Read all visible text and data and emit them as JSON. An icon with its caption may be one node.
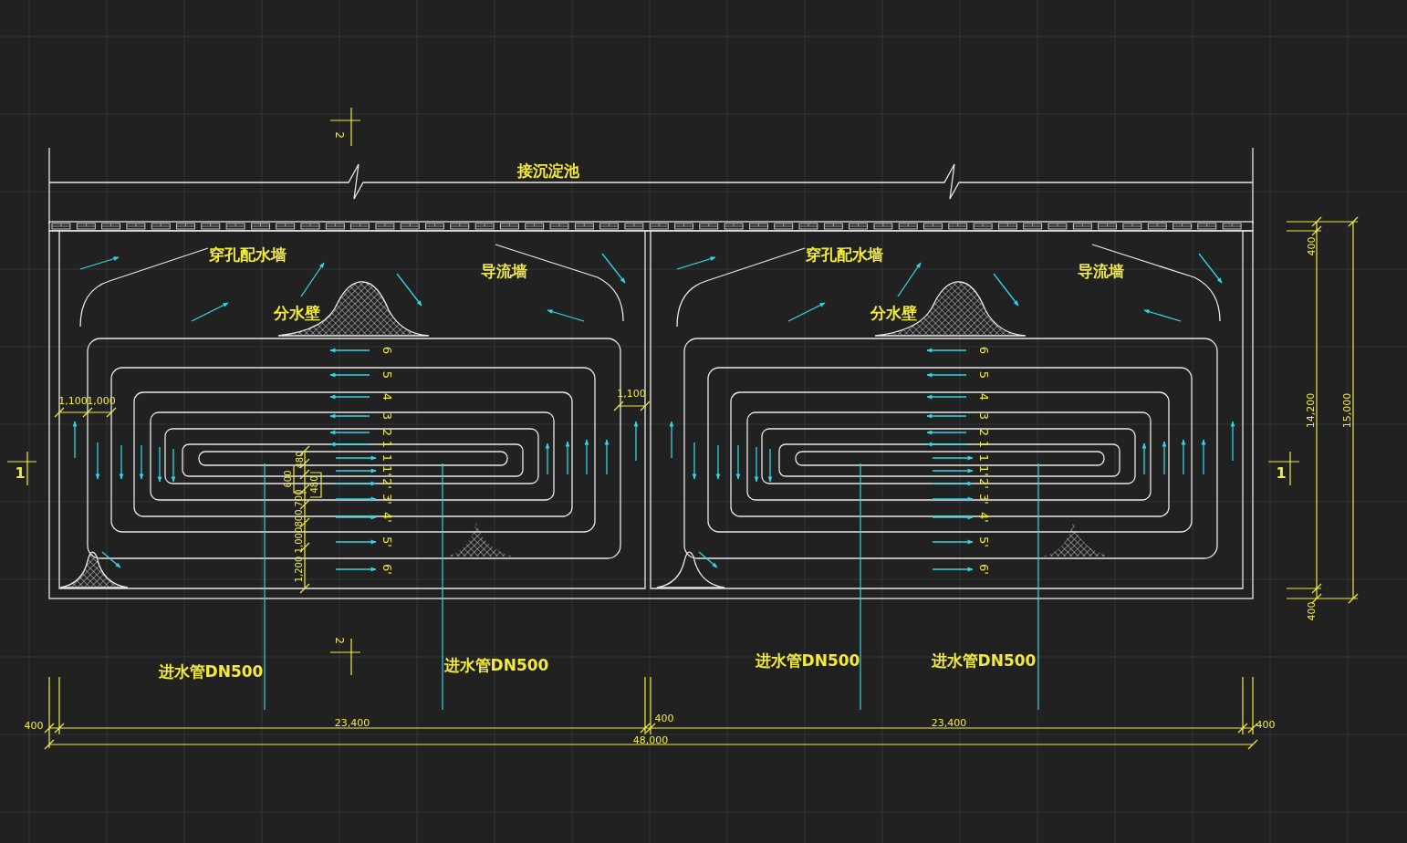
{
  "diagram": {
    "labels": [
      "2",
      "接沉淀池",
      "穿孔配水墙",
      "导流墙",
      "穿孔配水墙",
      "导流墙",
      "分水壁",
      "分水壁",
      "400",
      "6",
      "5",
      "4",
      "3",
      "2",
      "1",
      "1",
      "1'",
      "2'",
      "3'",
      "4'",
      "5'",
      "6'",
      "6",
      "5",
      "4",
      "3",
      "2",
      "1",
      "1",
      "1'",
      "2'",
      "3'",
      "4'",
      "5'",
      "6'",
      "1",
      "1,100",
      "1,000",
      "1,100",
      "14,200",
      "15,000",
      "1",
      "480",
      "600",
      "480",
      "700",
      "800",
      "1,000",
      "1,200",
      "400",
      "2",
      "进水管DN500",
      "进水管DN500",
      "进水管DN500",
      "进水管DN500",
      "400",
      "23,400",
      "400",
      "23,400",
      "400",
      "48,000"
    ]
  }
}
